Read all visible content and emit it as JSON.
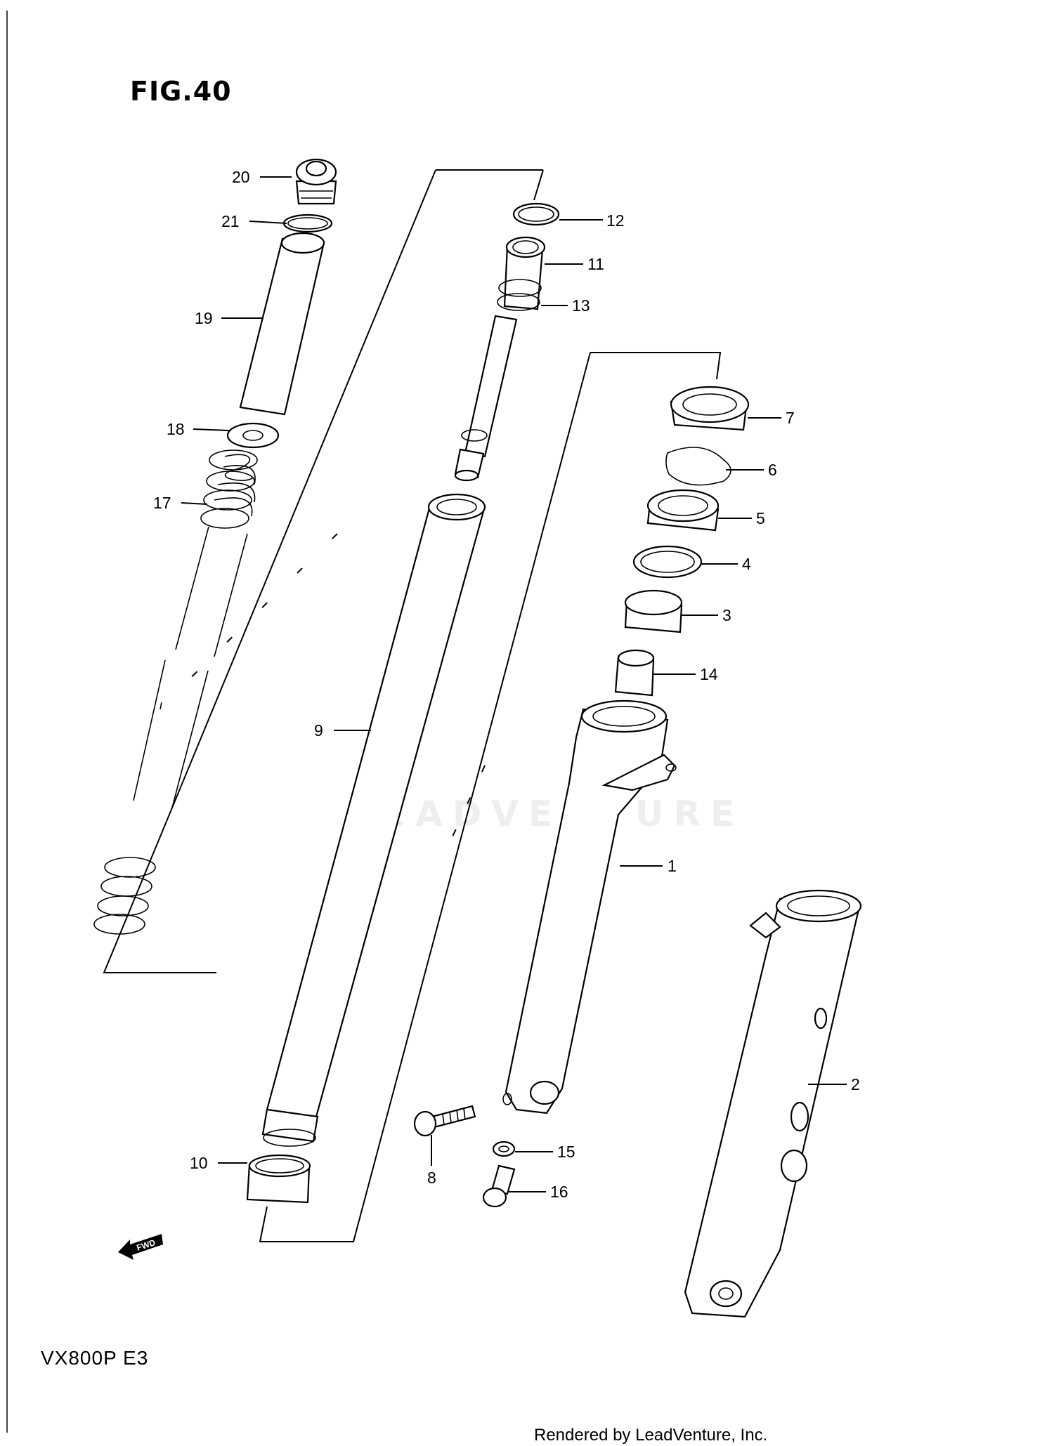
{
  "figure": {
    "title": "FIG.40",
    "model": "VX800P  E3",
    "rendered_by": "Rendered by LeadVenture, Inc.",
    "watermark": "LEADVENTURE",
    "fwd_label": "FWD"
  },
  "parts": [
    {
      "label": "1"
    },
    {
      "label": "2"
    },
    {
      "label": "3"
    },
    {
      "label": "4"
    },
    {
      "label": "5"
    },
    {
      "label": "6"
    },
    {
      "label": "7"
    },
    {
      "label": "8"
    },
    {
      "label": "9"
    },
    {
      "label": "10"
    },
    {
      "label": "11"
    },
    {
      "label": "12"
    },
    {
      "label": "13"
    },
    {
      "label": "14"
    },
    {
      "label": "15"
    },
    {
      "label": "16"
    },
    {
      "label": "17"
    },
    {
      "label": "18"
    },
    {
      "label": "19"
    },
    {
      "label": "20"
    },
    {
      "label": "21"
    }
  ]
}
